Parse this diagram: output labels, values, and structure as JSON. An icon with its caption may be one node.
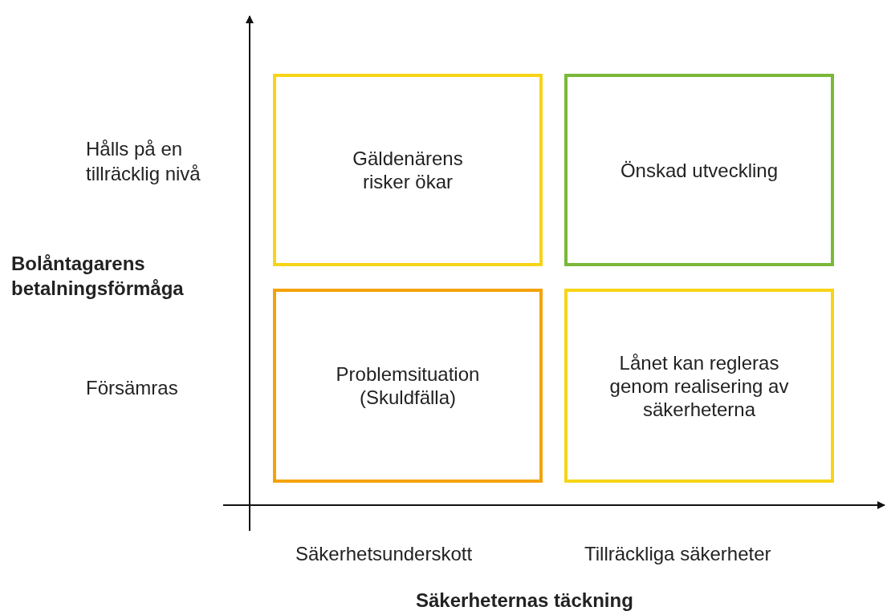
{
  "diagram": {
    "nodes": [
      {
        "text": [
          "Gäldenärens risker ökar"
        ]
      },
      {
        "text": [
          "Önskad utveckling"
        ]
      },
      {
        "text": [
          "Problemsituation (Skuldfälla)"
        ]
      },
      {
        "text": [
          "Lånet kan regleras genom realisering av säkerheterna"
        ]
      }
    ],
    "edges": [],
    "labels": [
      "Hålls på en tillräcklig nivå",
      "Bolåntagarens betalningsförmåga",
      "Försämras",
      "Säkerhetsunderskott",
      "Tillräckliga säkerheter",
      "Säkerheternas täckning"
    ]
  }
}
